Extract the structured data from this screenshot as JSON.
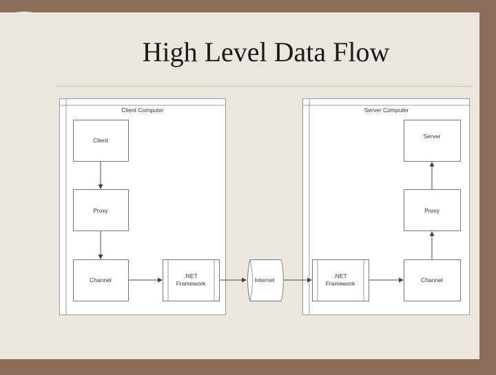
{
  "slide": {
    "title": "High Level Data Flow"
  },
  "diagram": {
    "client_computer": {
      "label": "Client Computer",
      "client": "Client",
      "proxy": "Proxy",
      "channel": "Channel",
      "framework": [
        ".NET",
        "Framework"
      ]
    },
    "internet": "Internet",
    "server_computer": {
      "label": "Server Computer",
      "server": "Server",
      "proxy": "Proxy",
      "channel": "Channel",
      "framework": [
        ".NET",
        "Framework"
      ]
    }
  },
  "colors": {
    "slide_background": "#ede6df",
    "frame_background": "#8b6d59",
    "diagram_background": "#ffffff",
    "box_border": "#777777"
  }
}
